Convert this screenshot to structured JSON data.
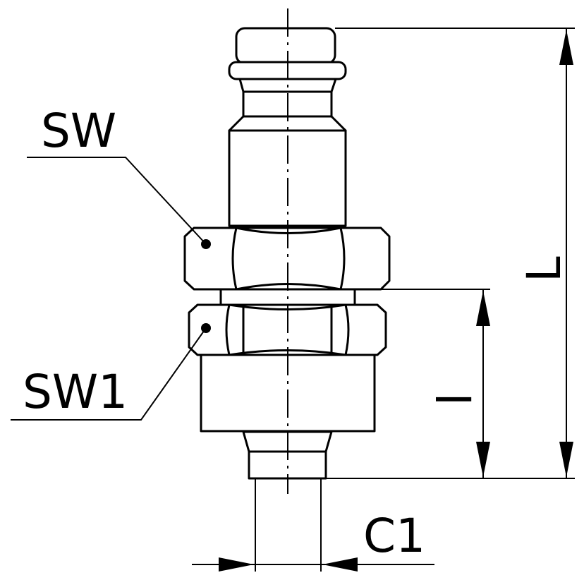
{
  "labels": {
    "sw": "SW",
    "sw1": "SW1",
    "L": "L",
    "l": "l",
    "c1": "C1"
  },
  "colors": {
    "line": "#000000",
    "background": "#ffffff"
  }
}
